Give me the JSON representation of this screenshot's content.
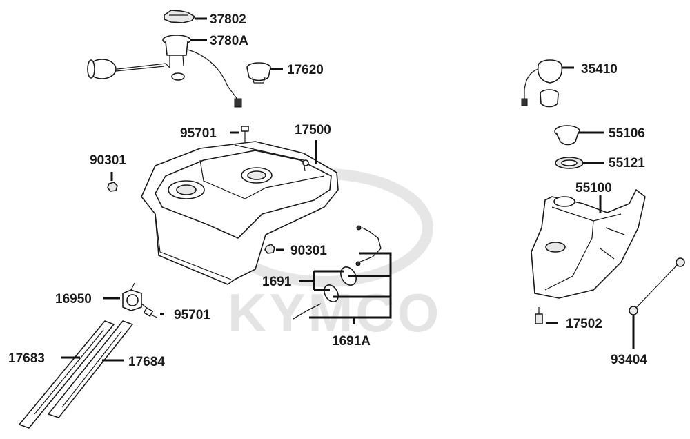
{
  "watermark": "KYMCO",
  "callouts": [
    {
      "id": "37802",
      "label": "37802"
    },
    {
      "id": "3780A",
      "label": "3780A"
    },
    {
      "id": "17620",
      "label": "17620"
    },
    {
      "id": "35410",
      "label": "35410"
    },
    {
      "id": "95701-top",
      "label": "95701"
    },
    {
      "id": "17500",
      "label": "17500"
    },
    {
      "id": "55106",
      "label": "55106"
    },
    {
      "id": "55121",
      "label": "55121"
    },
    {
      "id": "90301-left",
      "label": "90301"
    },
    {
      "id": "55100",
      "label": "55100"
    },
    {
      "id": "90301-mid",
      "label": "90301"
    },
    {
      "id": "1691",
      "label": "1691"
    },
    {
      "id": "16950",
      "label": "16950"
    },
    {
      "id": "95701-bottom",
      "label": "95701"
    },
    {
      "id": "17502",
      "label": "17502"
    },
    {
      "id": "1691A",
      "label": "1691A"
    },
    {
      "id": "17683",
      "label": "17683"
    },
    {
      "id": "17684",
      "label": "17684"
    },
    {
      "id": "93404",
      "label": "93404"
    }
  ]
}
